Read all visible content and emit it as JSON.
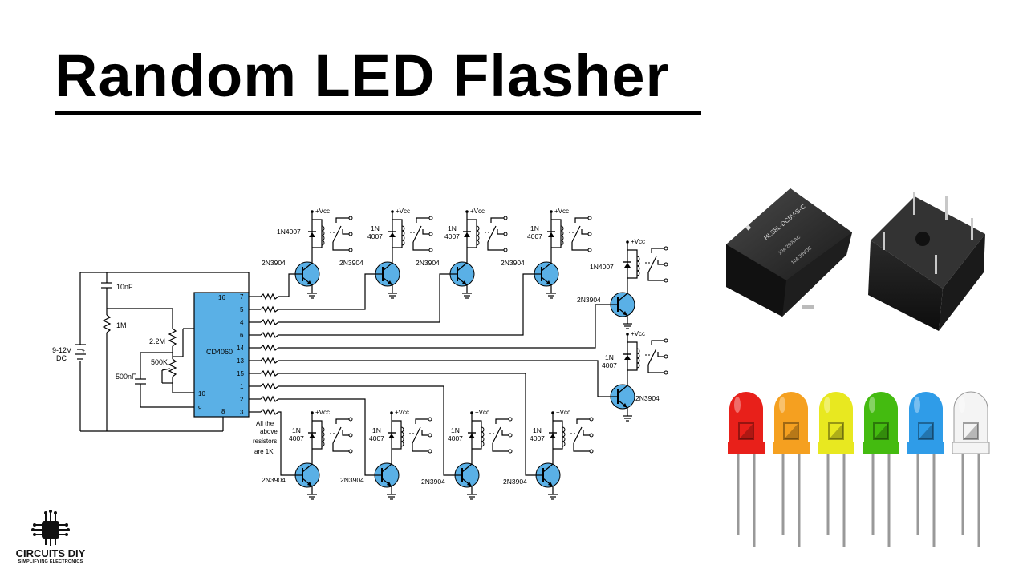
{
  "title": "Random LED Flasher",
  "schematic": {
    "supply_label": "9-12V",
    "supply_dc": "DC",
    "supply_plus": "+",
    "ic_name": "CD4060",
    "ic_pins_right": [
      "7",
      "5",
      "4",
      "6",
      "14",
      "13",
      "15",
      "1",
      "2",
      "3"
    ],
    "ic_pin_16": "16",
    "ic_pin_10": "10",
    "ic_pin_9": "9",
    "ic_pin_8": "8",
    "cap_top": "10nF",
    "res_1m": "1M",
    "res_22m": "2.2M",
    "pot_500k": "500K",
    "cap_500nf": "500nF",
    "resistor_note": [
      "All the",
      "above",
      "resistors",
      "are 1K"
    ],
    "vcc": "+Vcc",
    "transistor": "2N3904",
    "diode_full": "1N4007",
    "diode_a": "1N",
    "diode_b": "4007"
  },
  "relay_marking": {
    "line1": "HLS8L-DC5V-S-C",
    "line2": "10A 250VAC",
    "line3": "10A 30VDC"
  },
  "leds": {
    "colors": [
      "#e8201a",
      "#f5a020",
      "#e8e820",
      "#44bb10",
      "#2f9ce8",
      "#f4f4f4"
    ]
  },
  "logo": {
    "brand": "CIRCUITS DIY",
    "tagline": "SIMPLIFYING ELECTRONICS"
  }
}
